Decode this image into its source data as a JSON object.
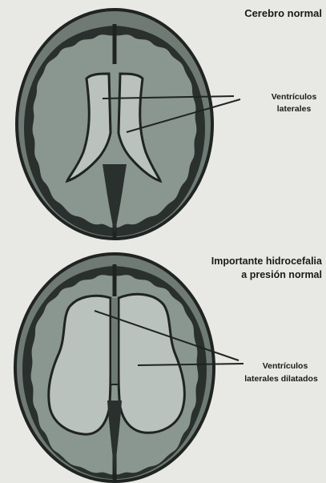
{
  "top_panel": {
    "title": "Cerebro normal",
    "label_line1": "Ventrículos",
    "label_line2": "laterales"
  },
  "bottom_panel": {
    "title_line1": "Importante hidrocefalia",
    "title_line2": "a presión normal",
    "label_line1": "Ventrículos",
    "label_line2": "laterales dilatados"
  },
  "colors": {
    "background": "#e8e8e4",
    "skull_outline": "#1f2422",
    "brain_outer": "#6e7a73",
    "gyri_dark": "#2a302d",
    "white_matter": "#8a9690",
    "ventricle_fill": "#b9c2bd"
  }
}
